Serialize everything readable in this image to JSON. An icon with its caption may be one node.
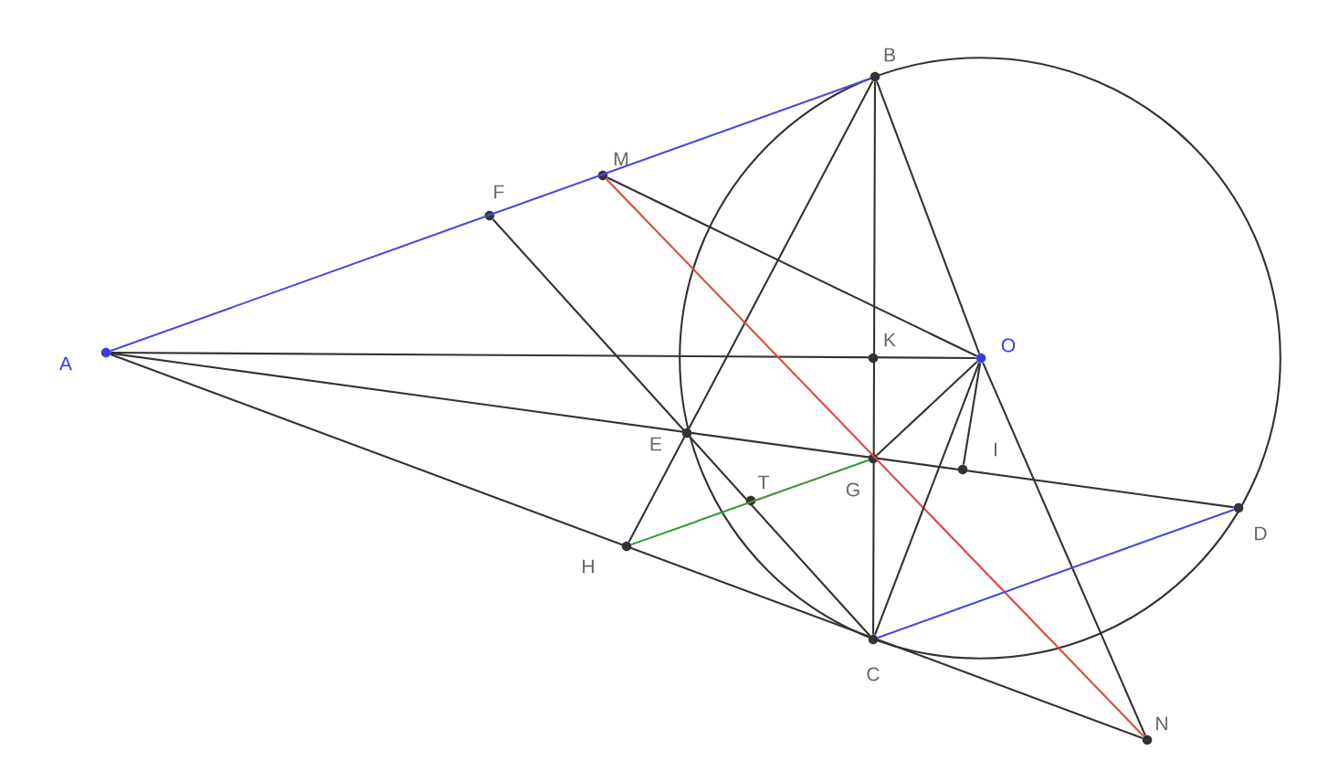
{
  "diagram": {
    "nodes": [
      {
        "text": [
          "A"
        ]
      },
      {
        "text": [
          "B"
        ]
      },
      {
        "text": [
          "M"
        ]
      },
      {
        "text": [
          "F"
        ]
      },
      {
        "text": [
          "K"
        ]
      },
      {
        "text": [
          "O"
        ]
      },
      {
        "text": [
          "E"
        ]
      },
      {
        "text": [
          "G"
        ]
      },
      {
        "text": [
          "I"
        ]
      },
      {
        "text": [
          "T"
        ]
      },
      {
        "text": [
          "H"
        ]
      },
      {
        "text": [
          "C"
        ]
      },
      {
        "text": [
          "D"
        ]
      },
      {
        "text": [
          "N"
        ]
      }
    ],
    "edges": [
      {
        "from": 0,
        "to": 1,
        "arrow": "none",
        "color": "#4a4ae0"
      },
      {
        "from": 0,
        "to": 5,
        "arrow": "none"
      },
      {
        "from": 0,
        "to": 12,
        "arrow": "none"
      },
      {
        "from": 0,
        "to": 13,
        "arrow": "none"
      },
      {
        "from": 1,
        "to": 11,
        "arrow": "none"
      },
      {
        "from": 1,
        "to": 5,
        "arrow": "none"
      },
      {
        "from": 5,
        "to": 13,
        "arrow": "none"
      },
      {
        "from": 2,
        "to": 5,
        "arrow": "none"
      },
      {
        "from": 1,
        "to": 10,
        "arrow": "none"
      },
      {
        "from": 3,
        "to": 11,
        "arrow": "none"
      },
      {
        "from": 10,
        "to": 7,
        "arrow": "none",
        "color": "#3c963c"
      },
      {
        "from": 2,
        "to": 13,
        "arrow": "none",
        "color": "#e04848"
      },
      {
        "from": 11,
        "to": 12,
        "arrow": "none",
        "color": "#4a4ae0"
      },
      {
        "from": 5,
        "to": 7,
        "arrow": "none"
      },
      {
        "from": 5,
        "to": 11,
        "arrow": "none"
      },
      {
        "from": 5,
        "to": 8,
        "arrow": "none"
      }
    ]
  }
}
